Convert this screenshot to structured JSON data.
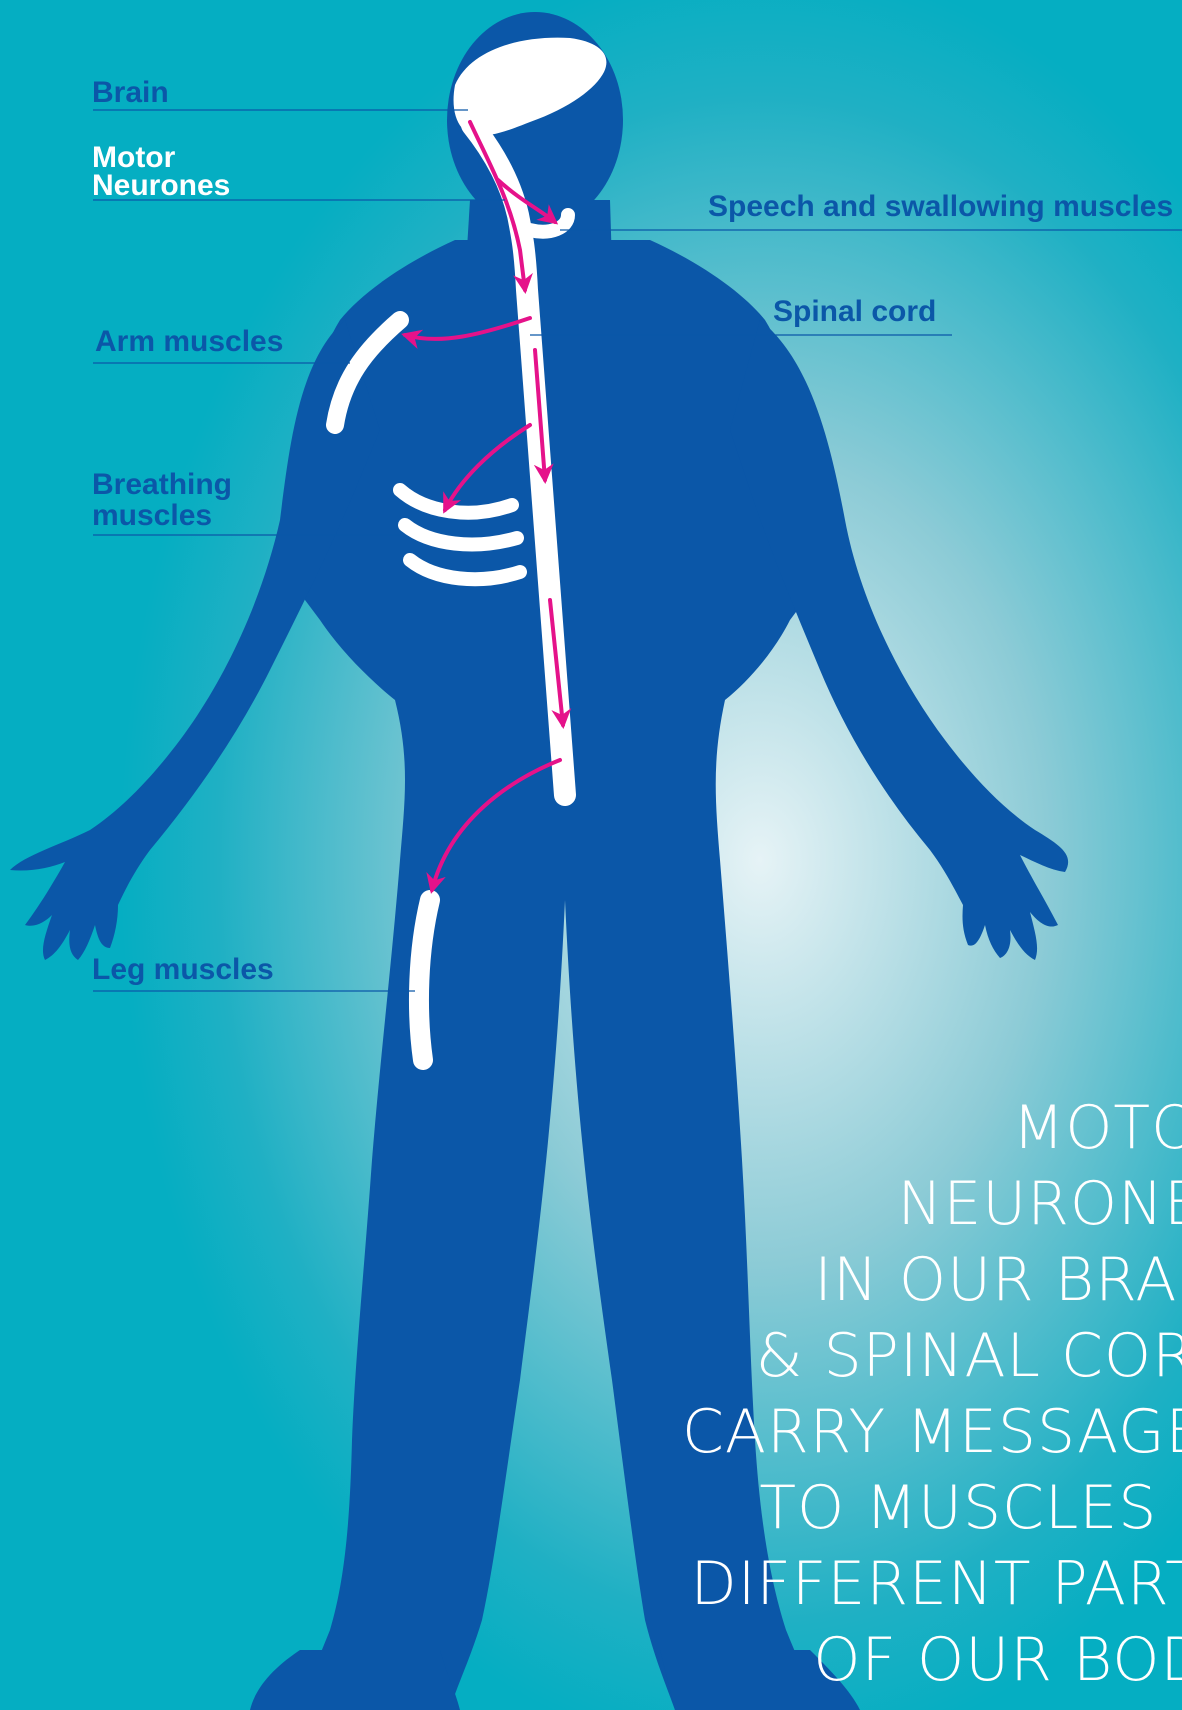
{
  "labels": {
    "brain": "Brain",
    "motor_neurones": [
      "Motor",
      "Neurones"
    ],
    "speech": "Speech and swallowing muscles",
    "spinal_cord": "Spinal cord",
    "arm": "Arm muscles",
    "breathing": [
      "Breathing",
      "muscles"
    ],
    "leg": "Leg muscles"
  },
  "caption": [
    "MOTOR",
    "NEURONES",
    "IN OUR BRAIN",
    "& SPINAL CORD",
    "CARRY MESSAGES",
    "TO MUSCLES IN",
    "DIFFERENT PARTS",
    "OF OUR BODY"
  ],
  "colors": {
    "body": "#0b57a8",
    "label_blue": "#0b57a8",
    "arrow": "#e5128a",
    "muscle": "#ffffff",
    "background": "#05aec2"
  }
}
